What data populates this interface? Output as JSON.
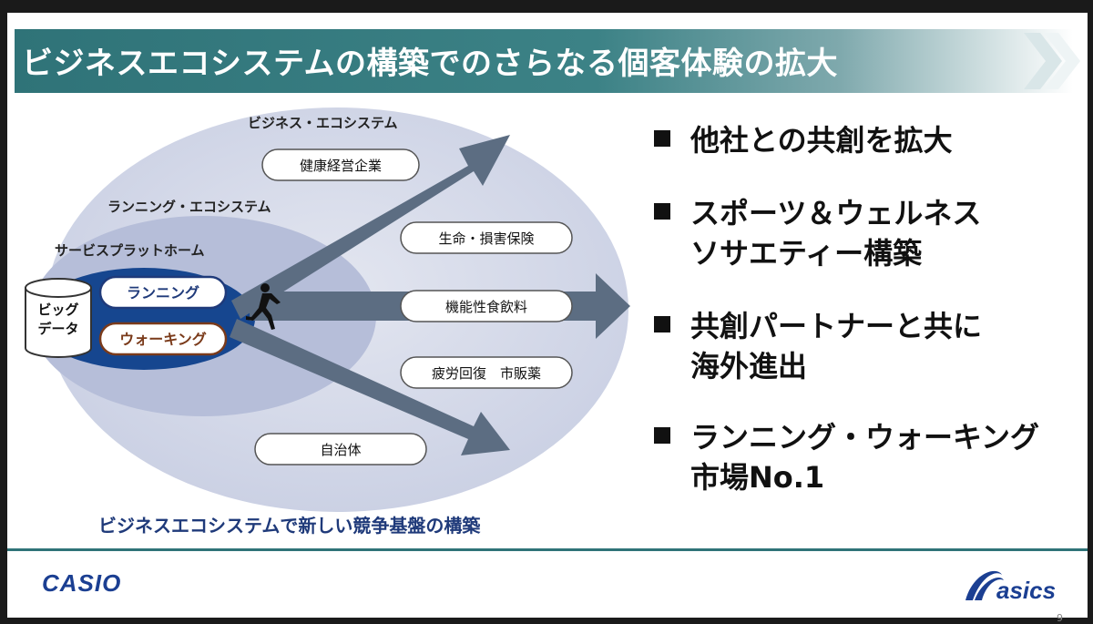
{
  "title": "ビジネスエコシステムの構築でのさらなる個客体験の拡大",
  "diagram": {
    "outer_label": "ビジネス・エコシステム",
    "middle_label": "ランニング・エコシステム",
    "inner_label": "サービスプラットホーム",
    "cylinder_line1": "ビッグ",
    "cylinder_line2": "データ",
    "pill_running": "ランニング",
    "pill_walking": "ウォーキング",
    "pills": [
      "健康経営企業",
      "生命・損害保険",
      "機能性食飲料",
      "疲労回復　市販薬",
      "自治体"
    ],
    "caption": "ビジネスエコシステムで新しい競争基盤の構築"
  },
  "bullets": [
    [
      "他社との共創を拡大"
    ],
    [
      "スポーツ＆ウェルネス",
      "ソサエティー構築"
    ],
    [
      "共創パートナーと共に",
      "海外進出"
    ],
    [
      "ランニング・ウォーキング",
      "市場No.1"
    ]
  ],
  "logos": {
    "left": "CASIO",
    "right": "asics"
  },
  "page_number": "9",
  "colors": {
    "title_bar": "#2f7378",
    "outer_ellipse": "#d5d9ea",
    "middle_ellipse": "#b5bdd8",
    "inner_ellipse": "#16468f",
    "arrow": "#5c6d82",
    "running_border": "#1f3a7a",
    "walking_border": "#7a3a1a"
  }
}
